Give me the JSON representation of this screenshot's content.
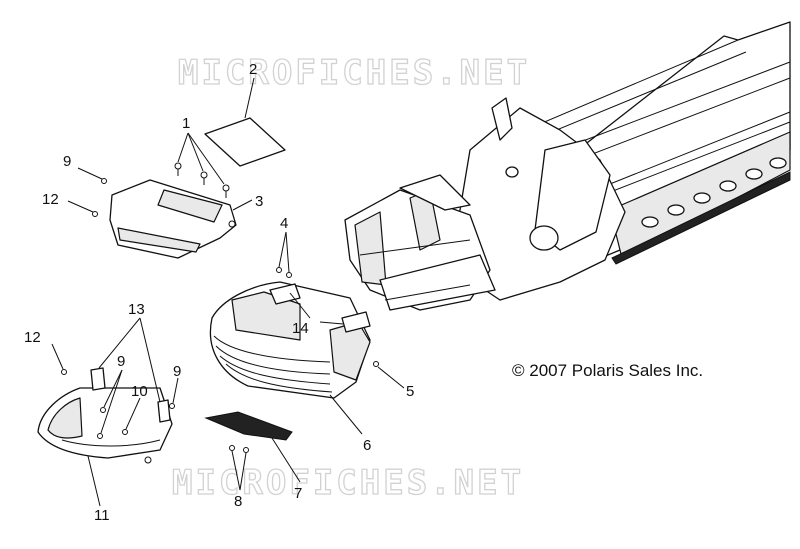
{
  "watermarks": [
    "MICROFICHES.NET",
    "MICROFICHES.NET"
  ],
  "copyright": "© 2007 Polaris Sales Inc.",
  "callouts": [
    {
      "id": "c1",
      "label": "1"
    },
    {
      "id": "c2",
      "label": "2"
    },
    {
      "id": "c3",
      "label": "3"
    },
    {
      "id": "c4",
      "label": "4"
    },
    {
      "id": "c5",
      "label": "5"
    },
    {
      "id": "c6",
      "label": "6"
    },
    {
      "id": "c7",
      "label": "7"
    },
    {
      "id": "c8",
      "label": "8"
    },
    {
      "id": "c9a",
      "label": "9"
    },
    {
      "id": "c9b",
      "label": "9"
    },
    {
      "id": "c9c",
      "label": "9"
    },
    {
      "id": "c10",
      "label": "10"
    },
    {
      "id": "c11",
      "label": "11"
    },
    {
      "id": "c12a",
      "label": "12"
    },
    {
      "id": "c12b",
      "label": "12"
    },
    {
      "id": "c13",
      "label": "13"
    },
    {
      "id": "c14",
      "label": "14"
    }
  ]
}
